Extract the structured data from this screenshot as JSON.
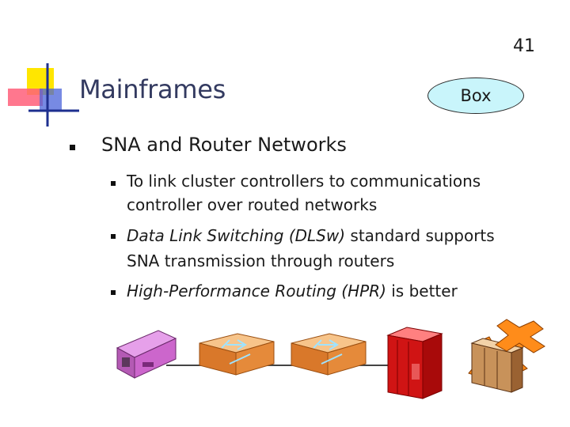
{
  "slide": {
    "number": "41",
    "title": "Mainframes",
    "badge": "Box"
  },
  "content": {
    "heading": "SNA and Router Networks",
    "bullets": [
      {
        "line1": "To link cluster controllers to communications",
        "line2": "controller over routed networks"
      },
      {
        "italic": "Data Link Switching (DLSw)",
        "rest": " standard supports",
        "line2": "SNA transmission through routers"
      },
      {
        "italic": "High-Performance Routing (HPR)",
        "rest": " is better"
      }
    ]
  },
  "diagram": {
    "icons": [
      "cluster-controller-icon",
      "router-icon",
      "router-icon",
      "communications-controller-icon",
      "mainframe-icon"
    ],
    "colors": {
      "controller": "#cc66cc",
      "router": "#e58a3a",
      "front_end": "#e01e1e",
      "mainframe": "#a06a3a",
      "corner_blue": "#1e3fbf",
      "corner_yellow": "#ffe600",
      "corner_pink": "#ff5f7a"
    }
  }
}
